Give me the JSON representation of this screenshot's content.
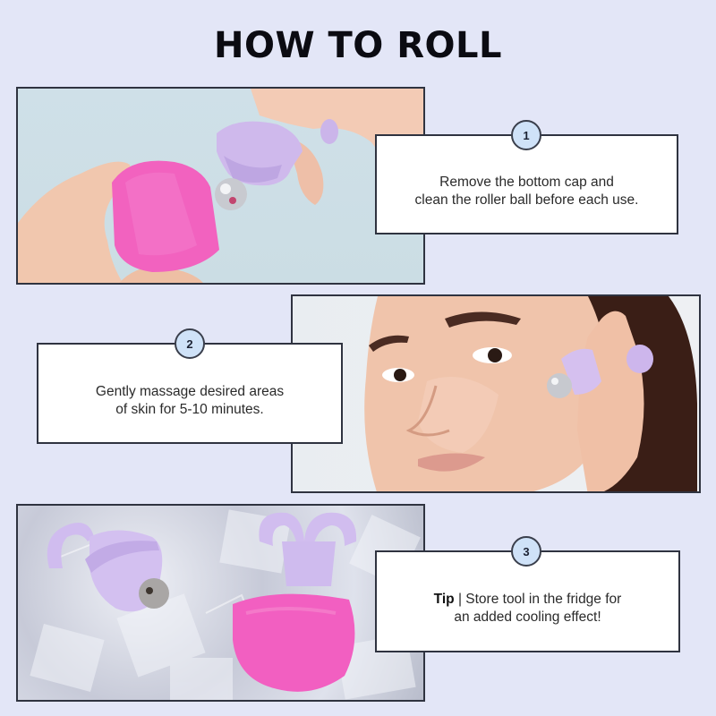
{
  "header": {
    "title": "HOW TO ROLL"
  },
  "steps": [
    {
      "number": "1",
      "text_line1": "Remove the bottom cap and",
      "text_line2": "clean the roller ball before each use.",
      "image": "hand-removing-pink-cap-from-lilac-roller"
    },
    {
      "number": "2",
      "text_line1": "Gently massage desired areas",
      "text_line2": "of skin for 5-10 minutes.",
      "image": "woman-rolling-roller-on-cheek"
    },
    {
      "number": "3",
      "tip_label": "Tip",
      "text_line1": " | Store tool in the fridge for",
      "text_line2": "an added cooling effect!",
      "image": "rollers-on-ice-cubes"
    }
  ],
  "colors": {
    "background": "#e3e6f7",
    "badge_fill": "#cfe2f8",
    "border": "#2f3340",
    "roller_lilac": "#cdb8ec",
    "cap_pink": "#f25fc1"
  }
}
